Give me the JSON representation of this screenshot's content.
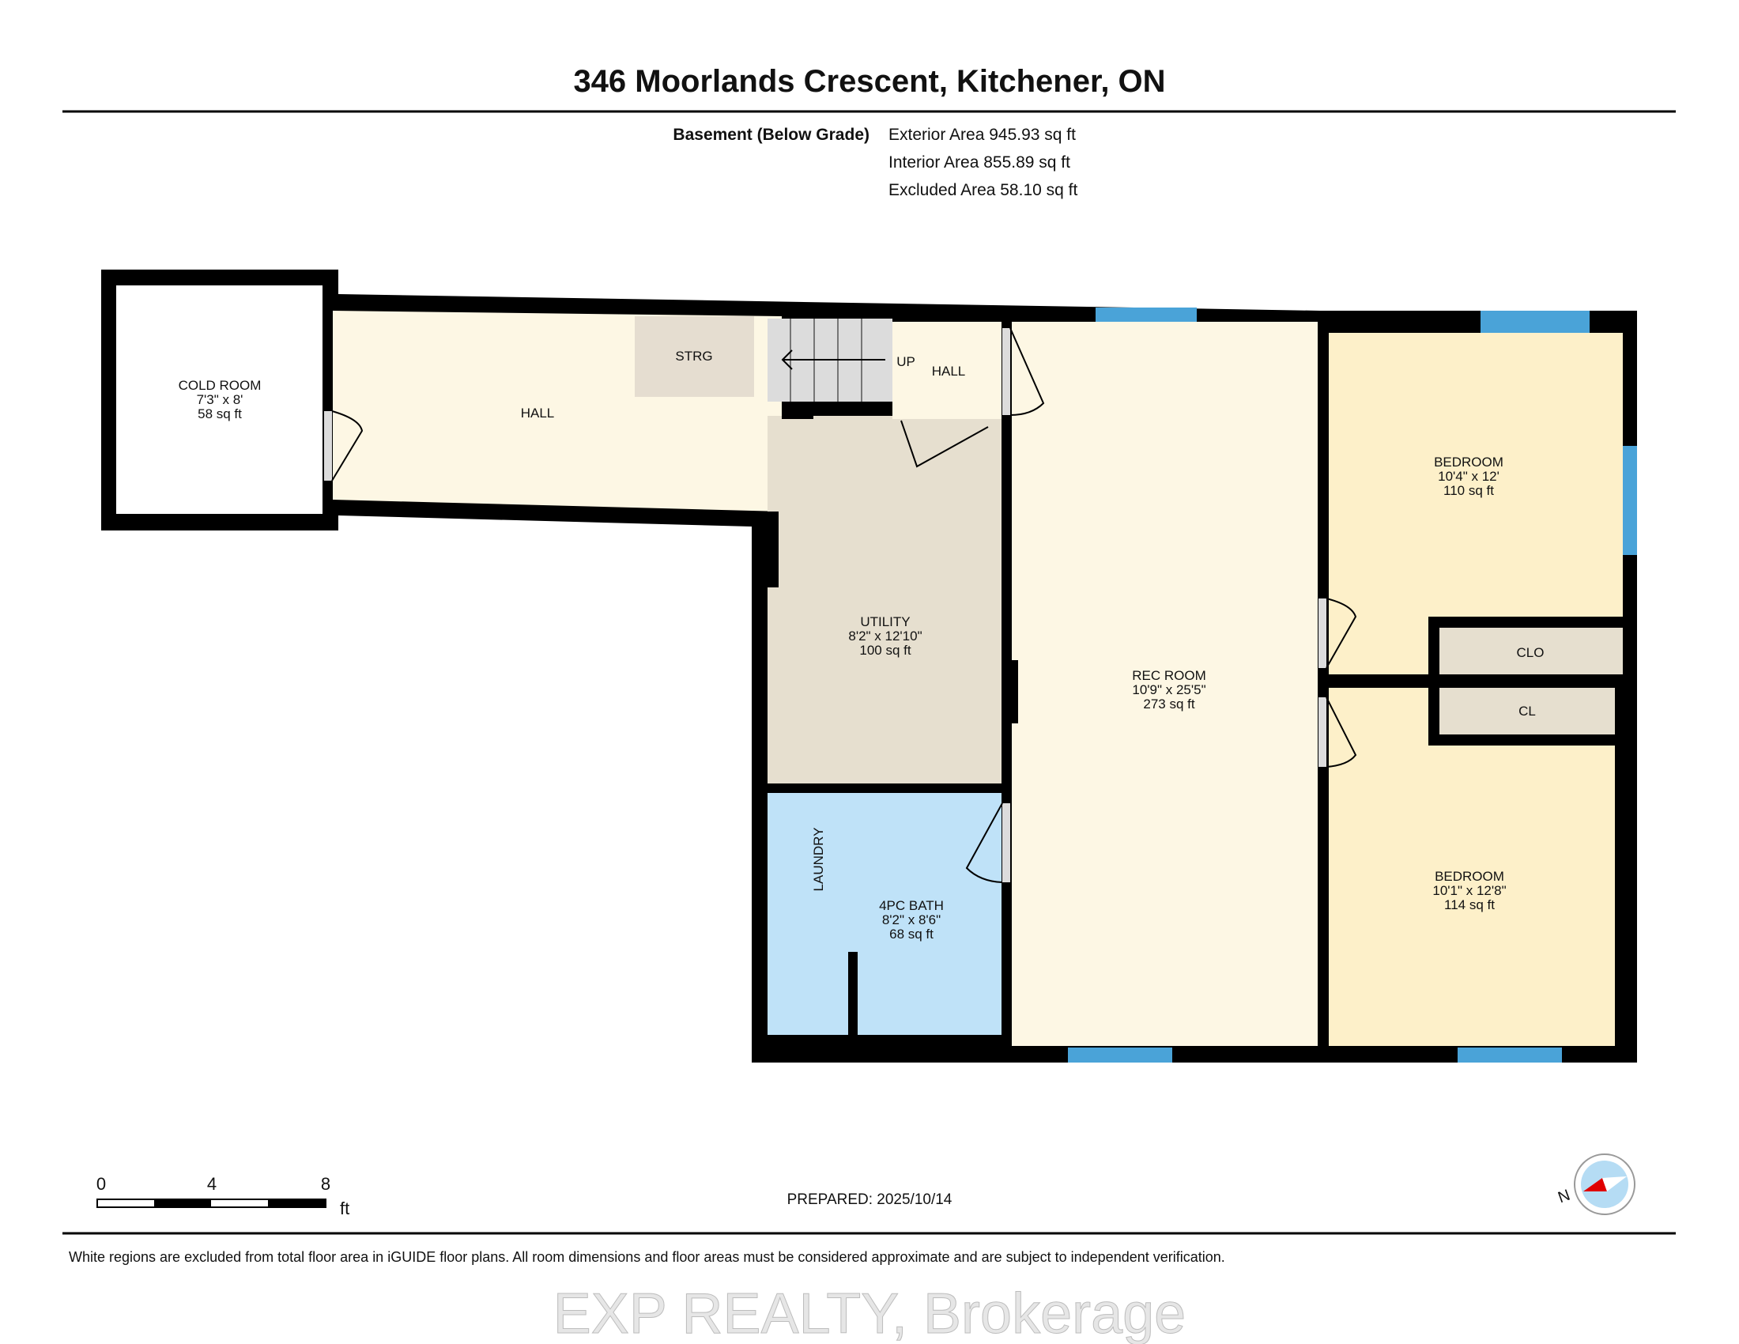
{
  "header": {
    "title": "346 Moorlands Crescent, Kitchener, ON",
    "level": "Basement (Below Grade)",
    "exterior_area": "Exterior Area 945.93 sq ft",
    "interior_area": "Interior Area 855.89 sq ft",
    "excluded_area": "Excluded Area 58.10 sq ft"
  },
  "rooms": {
    "cold_room": {
      "name": "COLD ROOM",
      "dims": "7'3\" x 8'",
      "area": "58 sq ft"
    },
    "hall": {
      "name": "HALL"
    },
    "storage": {
      "name": "STRG"
    },
    "stairs": {
      "label": "UP"
    },
    "hall_small": {
      "name": "HALL"
    },
    "utility": {
      "name": "UTILITY",
      "dims": "8'2\" x 12'10\"",
      "area": "100 sq ft"
    },
    "rec_room": {
      "name": "REC ROOM",
      "dims": "10'9\" x 25'5\"",
      "area": "273 sq ft"
    },
    "bedroom1": {
      "name": "BEDROOM",
      "dims": "10'4\" x 12'",
      "area": "110 sq ft"
    },
    "closet1": {
      "name": "CLO"
    },
    "closet2": {
      "name": "CL"
    },
    "bath": {
      "name": "4PC BATH",
      "dims": "8'2\" x 8'6\"",
      "area": "68 sq ft"
    },
    "laundry": {
      "name": "LAUNDRY"
    },
    "bedroom2": {
      "name": "BEDROOM",
      "dims": "10'1\" x 12'8\"",
      "area": "114 sq ft"
    }
  },
  "colors": {
    "wall": "#000000",
    "hall": "#fdf7e4",
    "utility": "#e6dfcf",
    "bath": "#bfe2f8",
    "bedroom": "#fdf0c9",
    "window": "#4aa3d8"
  },
  "scale": {
    "ticks": [
      "0",
      "4",
      "8"
    ],
    "unit": "ft"
  },
  "footer": {
    "prepared": "PREPARED: 2025/10/14",
    "disclaimer": "White regions are excluded from total floor area in iGUIDE floor plans. All room dimensions and floor areas must be considered approximate and are subject to independent verification.",
    "watermark": "EXP REALTY, Brokerage",
    "compass_label": "N"
  }
}
